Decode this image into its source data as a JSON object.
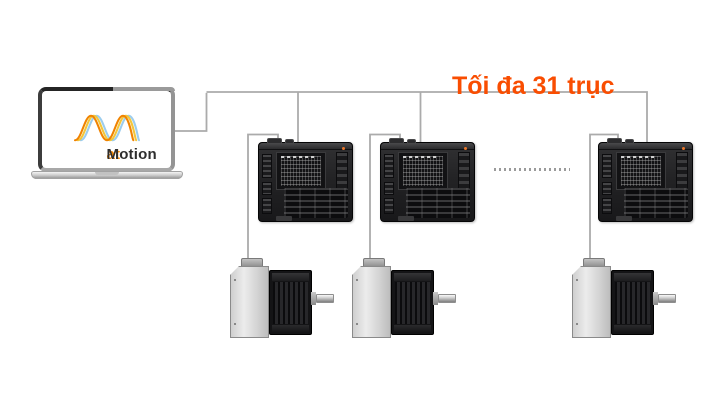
{
  "annotation": {
    "max_axes_label": "Tối đa 31 trục"
  },
  "laptop": {
    "app_logo_prefix": "at",
    "app_logo_suffix": "Motion"
  },
  "colors": {
    "accent_text": "#f94d01",
    "logo_orange": "#f08300",
    "logo_yellow": "#f2c63c",
    "logo_blue": "#9ccdee",
    "logo_text_dark": "#2e2e2e",
    "cable_gray": "#ababab",
    "drive_body_dark": "#232325",
    "motor_front_dark": "#141416",
    "motor_housing_gray": "#d9d9d9"
  }
}
